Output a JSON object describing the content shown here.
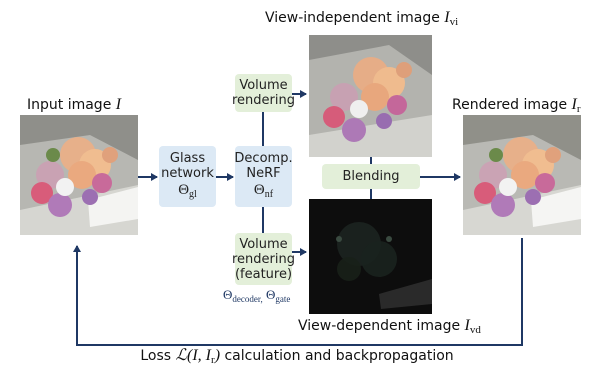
{
  "labels": {
    "input_text": "Input image ",
    "input_var": "I",
    "view_indep_text": "View-independent image ",
    "view_indep_var": "I",
    "view_indep_sub": "vi",
    "rendered_text": "Rendered image ",
    "rendered_var": "I",
    "rendered_sub": "r",
    "view_dep_text": "View-dependent image ",
    "view_dep_var": "I",
    "view_dep_sub": "vd",
    "loss_prefix": "Loss ",
    "loss_math": "ℒ(I, I",
    "loss_math_sub": "r",
    "loss_math_close": ")",
    "loss_suffix": " calculation and backpropagation"
  },
  "boxes": {
    "glass": {
      "line1": "Glass",
      "line2": "network",
      "param": "Θ",
      "param_sub": "gl"
    },
    "nerf": {
      "line1": "Decomp.",
      "line2": "NeRF",
      "param": "Θ",
      "param_sub": "nf"
    },
    "vol_top": {
      "line1": "Volume",
      "line2": "rendering"
    },
    "vol_bottom": {
      "line1": "Volume",
      "line2": "rendering",
      "line3": "(feature)"
    },
    "blending": {
      "line1": "Blending"
    },
    "vol_bottom_params": {
      "theta1": "Θ",
      "sub1": "decoder,",
      "theta2": "Θ",
      "sub2": "gate"
    }
  },
  "colors": {
    "arrow": "#1f3864",
    "blue_box": "#dce9f5",
    "green_box": "#e3efd9"
  }
}
